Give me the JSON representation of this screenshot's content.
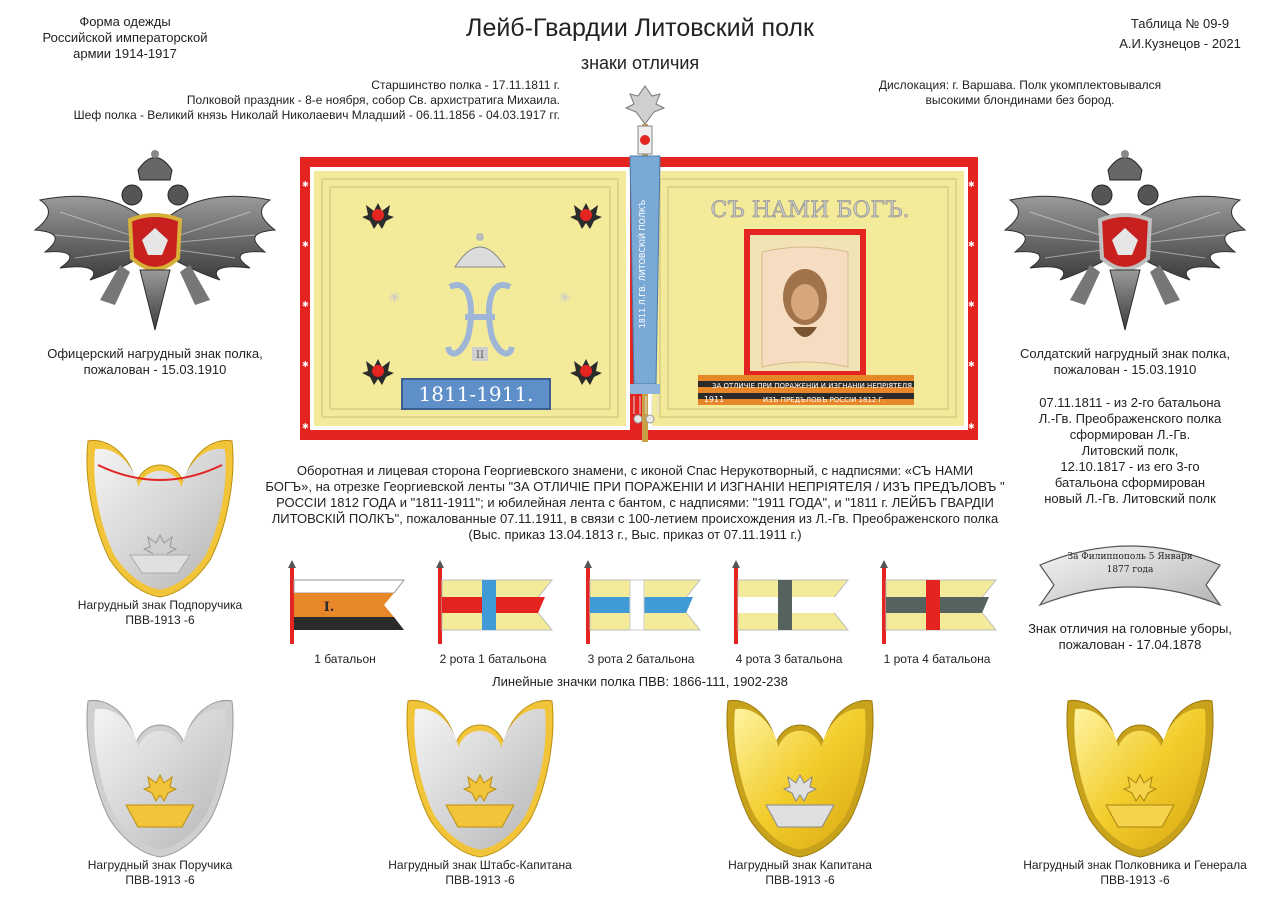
{
  "header": {
    "left_lines": [
      "Форма одежды",
      "Российской императорской",
      "армии  1914-1917"
    ],
    "title": "Лейб-Гвардии Литовский полк",
    "subtitle": "знаки отличия",
    "right_lines": [
      "Таблица № 09-9",
      "А.И.Кузнецов - 2021"
    ]
  },
  "info_left": [
    "Старшинство полка - 17.11.1811 г.",
    "Полковой праздник - 8-е ноября, собор Св. архистратига Михаила.",
    "Шеф полка - Великий князь Николай Николаевич Младший - 06.11.1856 - 04.03.1917 гг."
  ],
  "info_right": [
    "Дислокация: г. Варшава. Полк укомплектовывался",
    "высокими блондинами без бород."
  ],
  "officer_badge": {
    "caption": [
      "Офицерский нагрудный знак полка,",
      "пожалован - 15.03.1910"
    ]
  },
  "soldier_badge": {
    "caption": [
      "Солдатский нагрудный знак полка,",
      "пожалован - 15.03.1910"
    ]
  },
  "history": [
    "07.11.1811 - из 2-го батальона",
    "Л.-Гв. Преображенского полка",
    "сформирован Л.-Гв.",
    "Литовский полк,",
    "12.10.1817 - из его 3-го",
    "батальона сформирован",
    "новый Л.-Гв. Литовский полк"
  ],
  "banner": {
    "motto": "СЪ НАМИ БОГЪ.",
    "jubilee_years": "1811-1911.",
    "ribbon_text_1": "ЗА ОТЛИЧIЕ ПРИ ПОРАЖЕНIИ И ИЗГНАНIИ НЕПРIЯТЕЛЯ",
    "ribbon_text_2": "ИЗЪ ПРЕДЪЛОВЪ РОССIИ 1812 Г.",
    "ribbon_year": "1911",
    "streamer_text": "1811 Л.ГВ. ЛИТОВСКIЙ ПОЛКЪ",
    "monogram_numeral": "II",
    "colors": {
      "field": "#f3eb9a",
      "border": "#e32421",
      "blue": "#5f8fc9",
      "orange": "#e8862a",
      "black": "#2b2b2b"
    }
  },
  "banner_description": [
    "Оборотная и лицевая сторона Георгиевского знамени, с иконой Спас Нерукотворный, с надписями: «СЪ НАМИ",
    "БОГЪ», на отрезке Георгиевской ленты \"ЗА ОТЛИЧIЕ ПРИ ПОРАЖЕНIИ И ИЗГНАНIИ НЕПРIЯТЕЛЯ / ИЗЪ ПРЕДЪЛОВЪ \"",
    "РОССIИ 1812 ГОДА и \"1811-1911\"; и юбилейная лента с бантом, с надписями: \"1911 ГОДА\", и \"1811 г. ЛЕЙБЪ ГВАРДIИ",
    "ЛИТОВСКIЙ ПОЛКЪ\", пожалованные 07.11.1911, в связи с 100-летием происхождения из Л.-Гв. Преображенского полка",
    "(Выс. приказ 13.04.1813 г., Выс. приказ от 07.11.1911 г.)"
  ],
  "pennants": {
    "items": [
      {
        "label": "1 батальон",
        "numeral": "I.",
        "top_color": "#e8862a",
        "bottom_color": "#2b2b2b",
        "cross_color": ""
      },
      {
        "label": "2 рота 1 батальона",
        "numeral": "",
        "top_color": "#f3eb9a",
        "bottom_color": "#f3eb9a",
        "cross_color": "#e32421",
        "vertical_color": "#3f9ad6"
      },
      {
        "label": "3 рота 2 батальона",
        "numeral": "",
        "top_color": "#f3eb9a",
        "bottom_color": "#f3eb9a",
        "cross_color": "#3f9ad6",
        "vertical_color": "#ffffff"
      },
      {
        "label": "4 рота 3 батальона",
        "numeral": "",
        "top_color": "#f3eb9a",
        "bottom_color": "#f3eb9a",
        "cross_color": "#ffffff",
        "vertical_color": "#56625e"
      },
      {
        "label": "1 рота 4 батальона",
        "numeral": "",
        "top_color": "#f3eb9a",
        "bottom_color": "#f3eb9a",
        "cross_color": "#56625e",
        "vertical_color": "#e32421"
      }
    ],
    "caption": "Линейные значки полка   ПВВ: 1866-111, 1902-238"
  },
  "headgear_badge": {
    "ribbon_text": "За Филиппополь 5 Января",
    "ribbon_year": "1877 года",
    "caption": [
      "Знак отличия на головные уборы,",
      "пожалован - 17.04.1878"
    ]
  },
  "gorgets": {
    "podporuchik": {
      "caption": [
        "Нагрудный знак Подпоручика",
        "ПВВ-1913 -6"
      ]
    },
    "poruchik": {
      "caption": [
        "Нагрудный знак Поручика",
        "ПВВ-1913 -6"
      ]
    },
    "shtabs": {
      "caption": [
        "Нагрудный знак Штабс-Капитана",
        "ПВВ-1913 -6"
      ]
    },
    "kapitan": {
      "caption": [
        "Нагрудный знак Капитана",
        "ПВВ-1913 -6"
      ]
    },
    "polkovnik": {
      "caption": [
        "Нагрудный знак Полковника и Генерала",
        "ПВВ-1913 -6"
      ]
    }
  }
}
